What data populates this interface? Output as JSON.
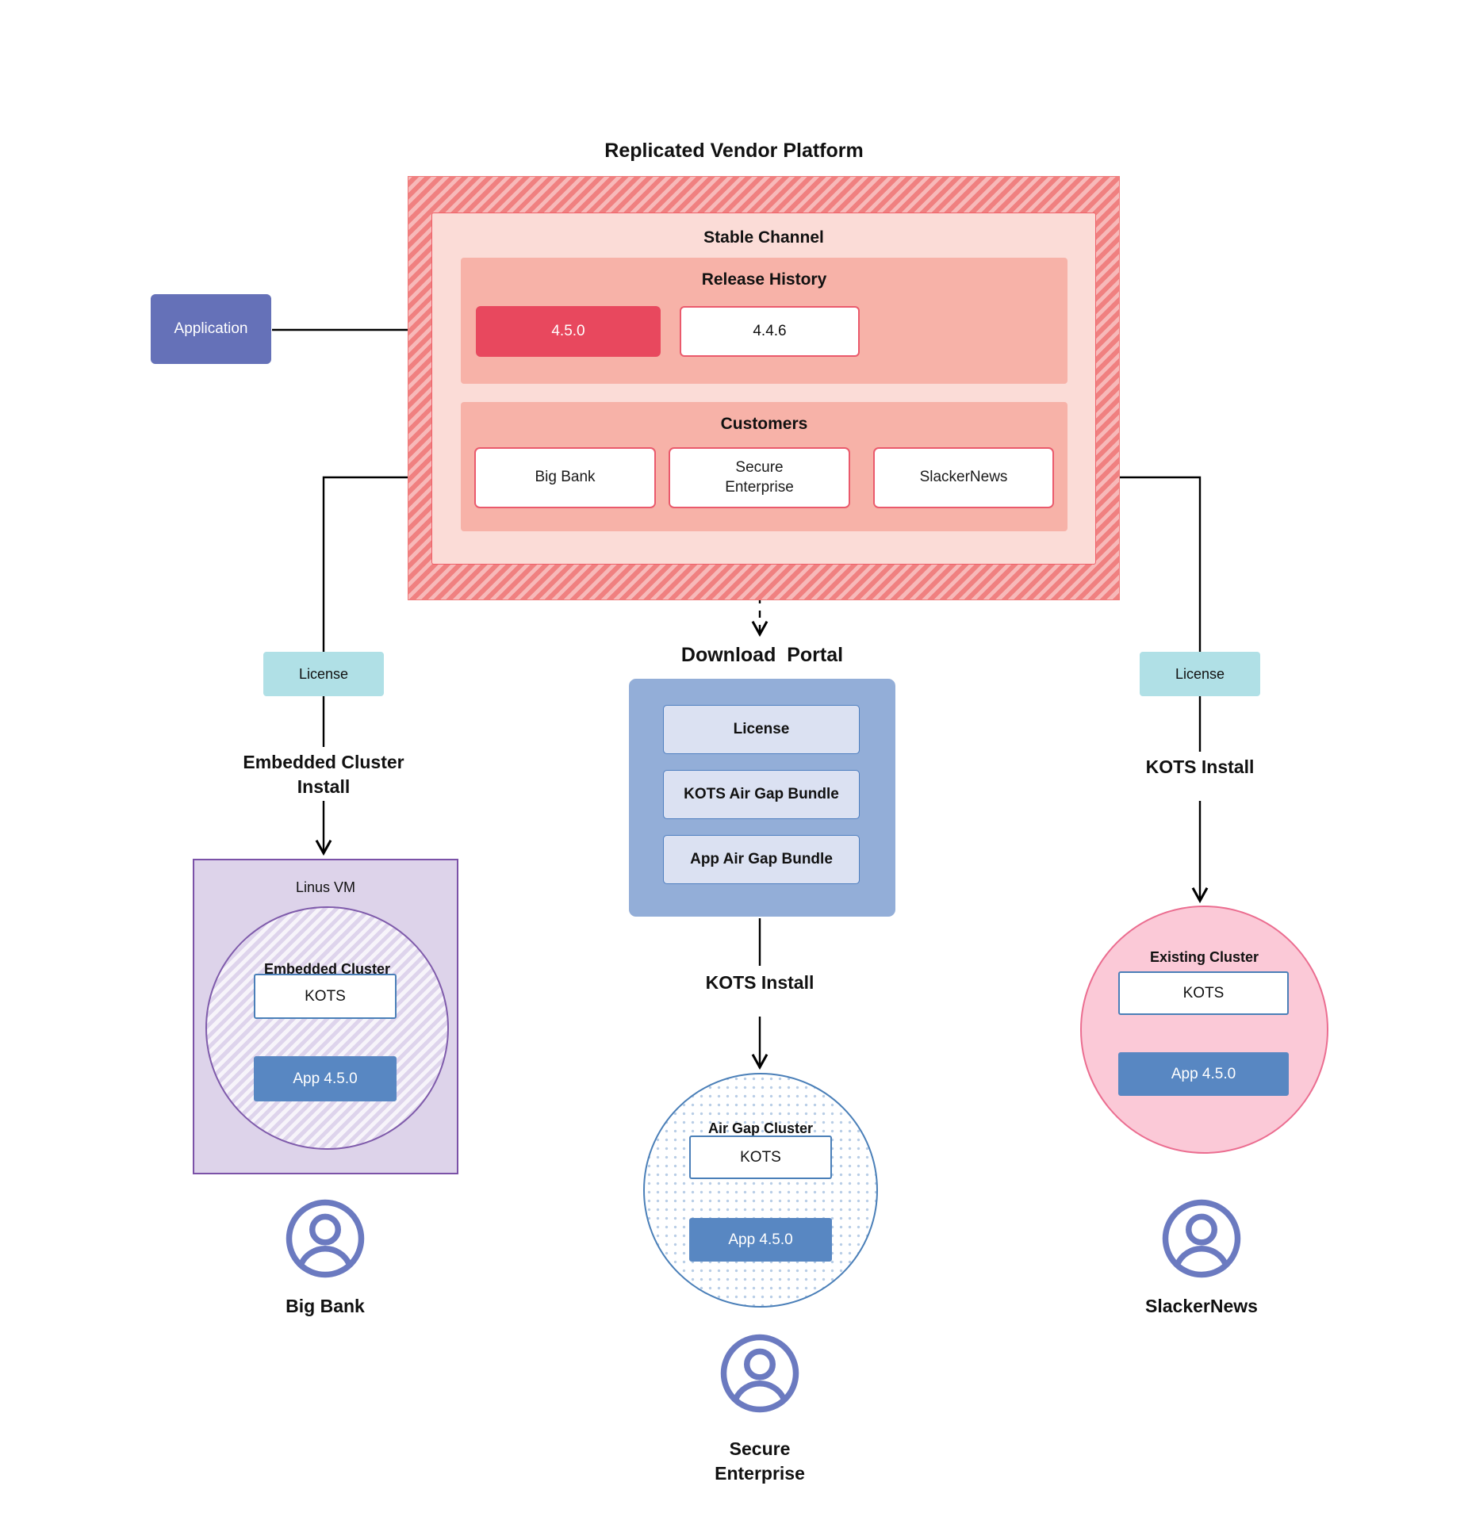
{
  "diagram": {
    "title": "Replicated Vendor Platform",
    "application": {
      "label": "Application"
    },
    "vendor_platform": {
      "title": "Replicated Vendor Platform",
      "channel": {
        "title": "Stable Channel",
        "release_history": {
          "title": "Release History",
          "releases": [
            {
              "version": "4.5.0",
              "state": "current"
            },
            {
              "version": "4.4.6",
              "state": "previous"
            }
          ]
        },
        "customers": {
          "title": "Customers",
          "items": [
            {
              "name": "Big Bank"
            },
            {
              "name": "Secure\nEnterprise"
            },
            {
              "name": "SlackerNews"
            }
          ]
        }
      }
    },
    "paths": {
      "left": {
        "license_label": "License",
        "install_label": "Embedded Cluster\nInstall",
        "vm_title": "Linus VM",
        "cluster_title": "Embedded Cluster",
        "kots_label": "KOTS",
        "app_label": "App 4.5.0",
        "customer_label": "Big Bank",
        "avatar_icon": "user-avatar-icon"
      },
      "middle": {
        "portal_title": "Download  Portal",
        "portal_items": [
          {
            "label": "License"
          },
          {
            "label": "KOTS Air Gap Bundle"
          },
          {
            "label": "App Air Gap Bundle"
          }
        ],
        "install_label": "KOTS Install",
        "cluster_title": "Air Gap Cluster",
        "kots_label": "KOTS",
        "app_label": "App 4.5.0",
        "customer_label": "Secure\nEnterprise",
        "avatar_icon": "user-avatar-icon"
      },
      "right": {
        "license_label": "License",
        "install_label": "KOTS Install",
        "cluster_title": "Existing Cluster",
        "kots_label": "KOTS",
        "app_label": "App 4.5.0",
        "customer_label": "SlackerNews",
        "avatar_icon": "user-avatar-icon"
      }
    },
    "colors": {
      "platform_hatch": "#f08080",
      "channel_bg": "#fbdcd7",
      "group_bg": "#f7b2a8",
      "release_current": "#e8485e",
      "customer_border": "#ea5a6c",
      "application": "#6571b8",
      "license_chip": "#b0e0e6",
      "portal_bg": "#93aed8",
      "portal_item_bg": "#dbe1f2",
      "vm_bg": "#ddd3ea",
      "vm_border": "#7b52a8",
      "existing_cluster_bg": "#fbc9d7",
      "existing_cluster_border": "#eb6d90",
      "airgap_border": "#4a7fb8",
      "kots_border": "#4a7fb8",
      "app_bg": "#5887c2",
      "avatar": "#6b7ac0",
      "connector": "#000000"
    }
  }
}
